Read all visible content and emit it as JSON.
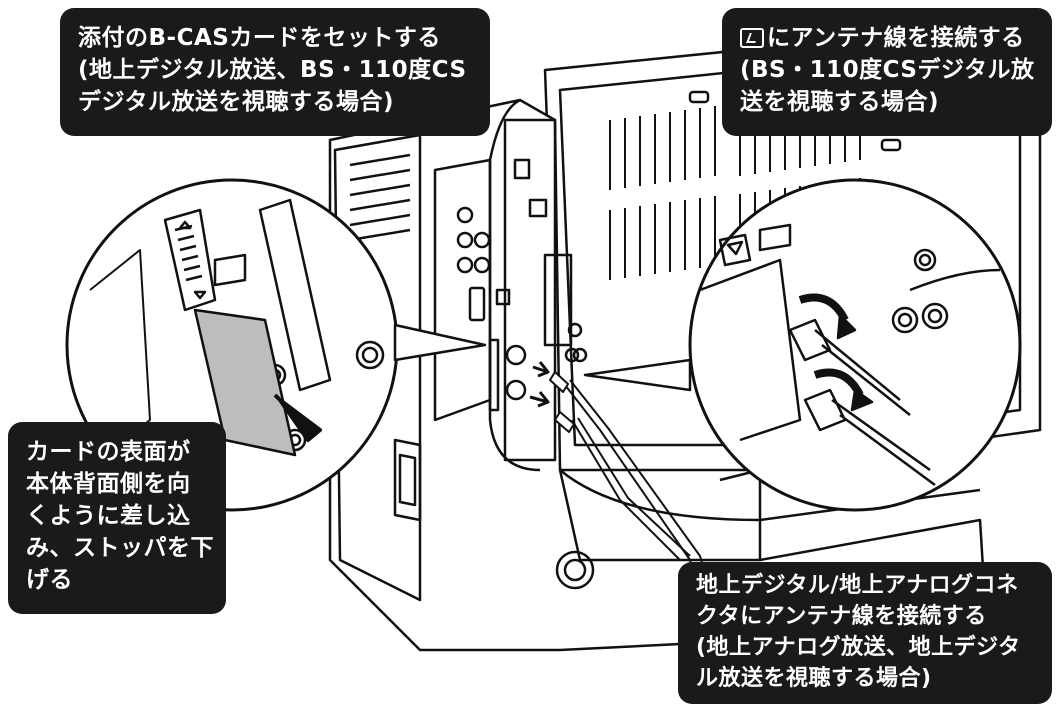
{
  "callouts": {
    "bcas": {
      "lines": [
        "添付のB-CASカードをセットする",
        "(地上デジタル放送、BS・110度CS",
        "デジタル放送を視聴する場合)"
      ]
    },
    "bs": {
      "mark_icon": "bs-antenna-terminal-icon",
      "line1_suffix": "にアンテナ線を接続する",
      "lines": [
        "(BS・110度CSデジタル放",
        "送を視聴する場合)"
      ]
    },
    "card": {
      "lines": [
        "カードの表面が",
        "本体背面側を向",
        "くように差し込",
        "み、ストッパを下",
        "げる"
      ]
    },
    "terrestrial": {
      "lines": [
        "地上デジタル/地上アナログコネ",
        "クタにアンテナ線を接続する",
        "(地上アナログ放送、地上デジタ",
        "ル放送を視聴する場合)"
      ]
    }
  },
  "colors": {
    "callout_bg": "#1a1a1a",
    "callout_text": "#ffffff",
    "line": "#111111",
    "card": "#bdbdbd"
  }
}
